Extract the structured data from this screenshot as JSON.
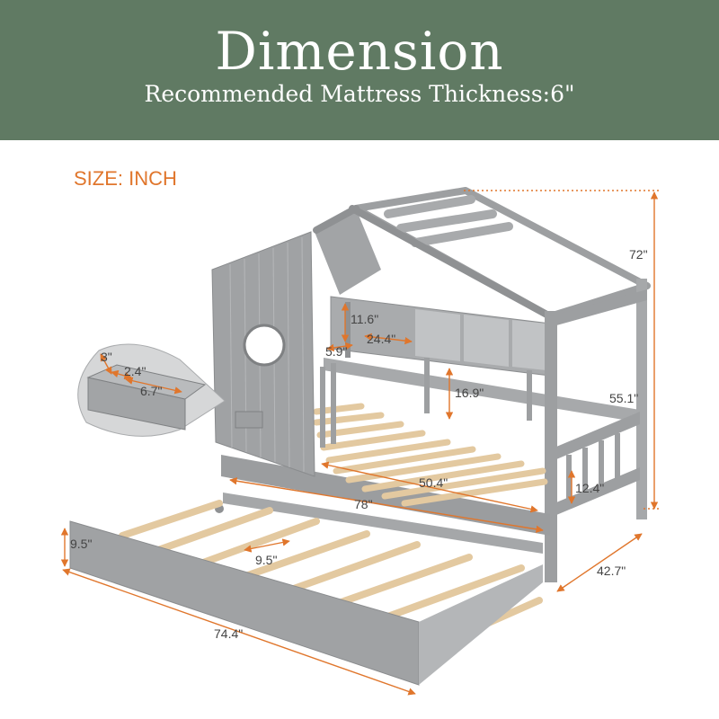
{
  "header": {
    "title": "Dimension",
    "subtitle": "Recommended Mattress Thickness:6\""
  },
  "units_label": "SIZE: INCH",
  "colors": {
    "header_bg": "#607a63",
    "accent": "#e0762c",
    "frame": "#9d9fa1",
    "slat": "#e3c9a0"
  },
  "dimensions": {
    "height_total": "72\"",
    "height_headboard": "55.1\"",
    "shelf_height": "11.6\"",
    "shelf_width": "24.4\"",
    "shelf_depth": "5.9\"",
    "headboard_gap": "16.9\"",
    "length_total": "78\"",
    "mattress_length": "50.4\"",
    "rail_height": "12.4\"",
    "width_total": "42.7\"",
    "trundle_height": "9.5\"",
    "trundle_slat_gap": "9.5\"",
    "trundle_length": "74.4\"",
    "box_height": "3\"",
    "box_depth": "2.4\"",
    "box_width": "6.7\""
  }
}
